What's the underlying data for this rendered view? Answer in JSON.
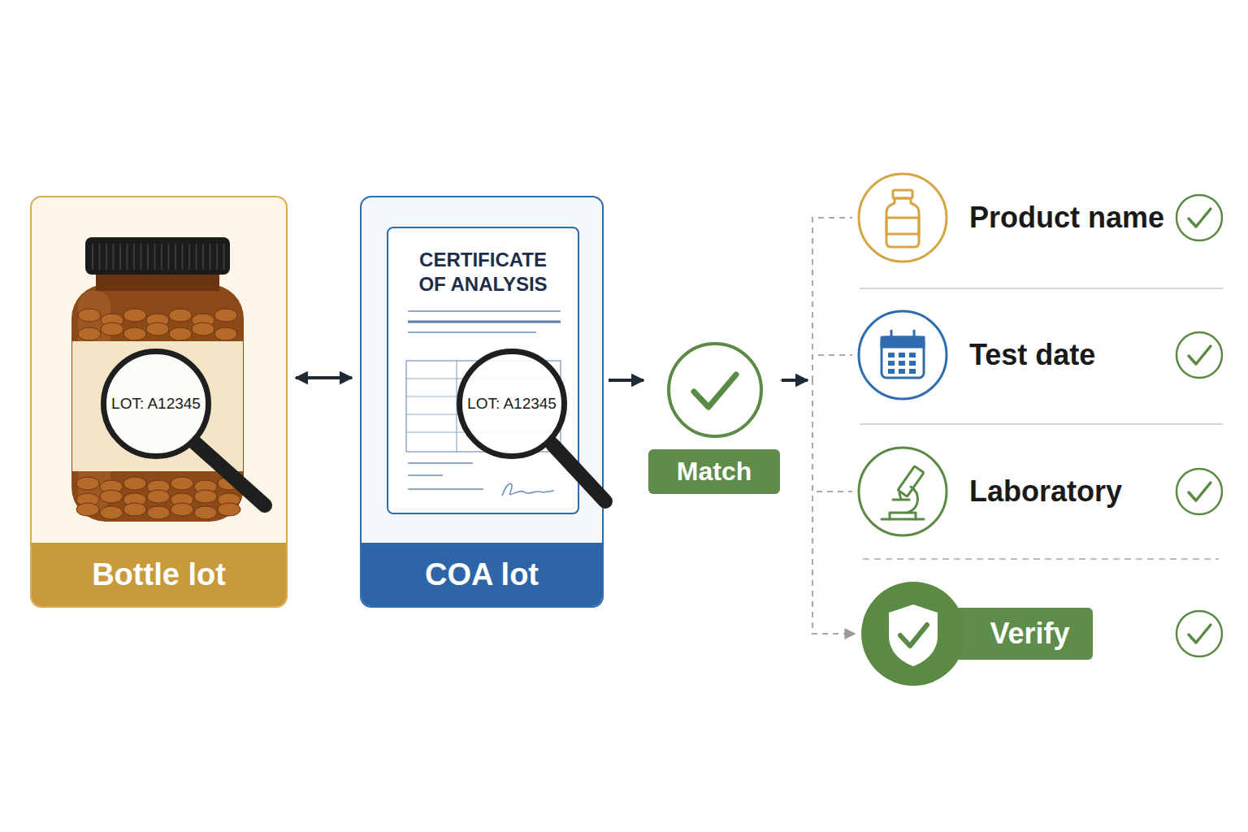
{
  "diagram": {
    "nodes": [
      {
        "text": [
          "Bottle lot"
        ]
      },
      {
        "text": [
          "LOT: A12345"
        ],
        "in": 0
      },
      {
        "text": [
          "COA lot"
        ]
      },
      {
        "text": [
          "CERTIFICATE OF ANALYSIS"
        ],
        "in": 2
      },
      {
        "text": [
          "LOT: A12345"
        ],
        "in": 3
      },
      {
        "text": [
          "Match"
        ]
      },
      {
        "text": [
          "Product name"
        ]
      },
      {
        "text": [
          "Test date"
        ]
      },
      {
        "text": [
          "Laboratory"
        ]
      },
      {
        "text": [
          "Verify"
        ]
      }
    ],
    "edges": [
      {
        "from": 0,
        "to": 2,
        "arrow": "both"
      },
      {
        "from": 2,
        "to": 5,
        "arrow": "to"
      },
      {
        "from": 5,
        "to": 6,
        "arrow": "none"
      },
      {
        "from": 5,
        "to": 7,
        "arrow": "none"
      },
      {
        "from": 5,
        "to": 8,
        "arrow": "none"
      },
      {
        "from": 5,
        "to": 9,
        "arrow": "to"
      }
    ]
  }
}
